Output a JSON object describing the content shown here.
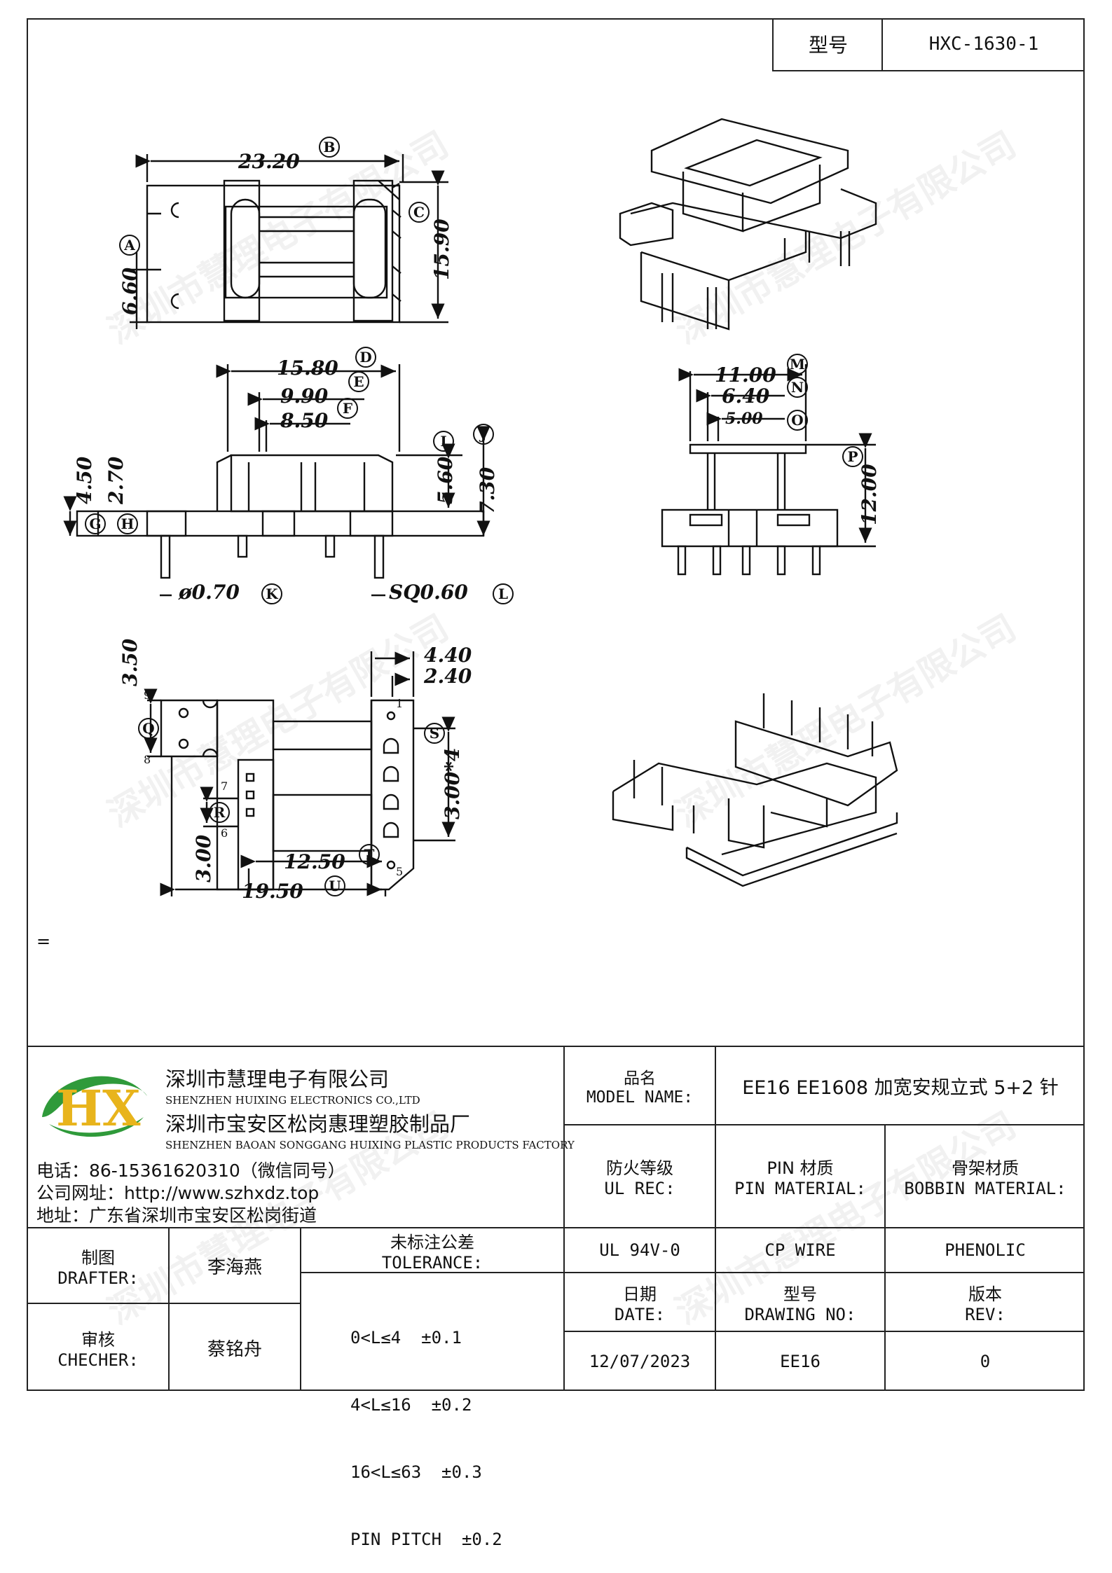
{
  "header": {
    "model_label": "型号",
    "model_value": "HXC-1630-1"
  },
  "watermark_text": "深圳市慧理电子有限公司",
  "stray_mark": "=",
  "drawing": {
    "top_view": {
      "width": "23.20",
      "width_ref": "B",
      "height": "15.90",
      "height_ref": "C",
      "slot": "6.60",
      "slot_ref": "A"
    },
    "front_view": {
      "d1": "15.80",
      "d1_ref": "D",
      "d2": "9.90",
      "d2_ref": "E",
      "d3": "8.50",
      "d3_ref": "F",
      "h1": "4.50",
      "h1_ref": "G",
      "h2": "2.70",
      "h2_ref": "H",
      "v1": "5.60",
      "v1_ref": "I",
      "v2": "7.30",
      "v2_ref": "J",
      "pin_dia": "ø0.70",
      "pin_dia_ref": "K",
      "pin_sq": "SQ0.60",
      "pin_sq_ref": "L"
    },
    "side_view": {
      "w1": "11.00",
      "w1_ref": "M",
      "w2": "6.40",
      "w2_ref": "N",
      "w3": "5.00",
      "w3_ref": "O",
      "h": "12.00",
      "h_ref": "P"
    },
    "bottom_view": {
      "a": "3.50",
      "a_ref": "Q",
      "b": "3.00",
      "b_ref": "R",
      "c": "4.40",
      "d": "2.40",
      "s_ref": "S",
      "pitch": "3.00*4",
      "e": "12.50",
      "e_ref": "T",
      "f": "19.50",
      "f_ref": "U",
      "pins": [
        "9",
        "8",
        "7",
        "6",
        "1",
        "5"
      ]
    }
  },
  "company": {
    "name_cn": "深圳市慧理电子有限公司",
    "name_en": "SHENZHEN HUIXING ELECTRONICS CO.,LTD",
    "factory_cn": "深圳市宝安区松岗惠理塑胶制品厂",
    "factory_en": "SHENZHEN BAOAN SONGGANG HUIXING PLASTIC PRODUCTS FACTORY",
    "phone": "电话：86-15361620310（微信同号）",
    "website": "公司网址：http://www.szhxdz.top",
    "address": "地址：广东省深圳市宝安区松岗街道",
    "logo_text": "HX",
    "colors": {
      "green": "#2f9a3a",
      "yellow": "#e8b41c"
    }
  },
  "titleblock": {
    "model_name_cn": "品名",
    "model_name_en": "MODEL NAME:",
    "model_name_value": "EE16 EE1608 加宽安规立式 5+2 针",
    "ul_cn": "防火等级",
    "ul_en": "UL REC:",
    "pin_mat_cn": "PIN 材质",
    "pin_mat_en": "PIN MATERIAL:",
    "bobbin_mat_cn": "骨架材质",
    "bobbin_mat_en": "BOBBIN MATERIAL:",
    "ul_value": "UL 94V-0",
    "pin_value": "CP WIRE",
    "bobbin_value": "PHENOLIC",
    "drafter_cn": "制图",
    "drafter_en": "DRAFTER:",
    "drafter_name": "李海燕",
    "checker_cn": "审核",
    "checker_en": "CHECHER:",
    "checker_name": "蔡铭舟",
    "tol_cn": "未标注公差",
    "tol_en": "TOLERANCE:",
    "tol_lines": [
      "0<L≤4  ±0.1",
      "4<L≤16  ±0.2",
      "16<L≤63  ±0.3",
      "PIN PITCH  ±0.2"
    ],
    "date_cn": "日期",
    "date_en": "DATE:",
    "date_value": "12/07/2023",
    "drawing_no_cn": "型号",
    "drawing_no_en": "DRAWING NO:",
    "drawing_no_value": "EE16",
    "rev_cn": "版本",
    "rev_en": "REV:",
    "rev_value": "0"
  }
}
